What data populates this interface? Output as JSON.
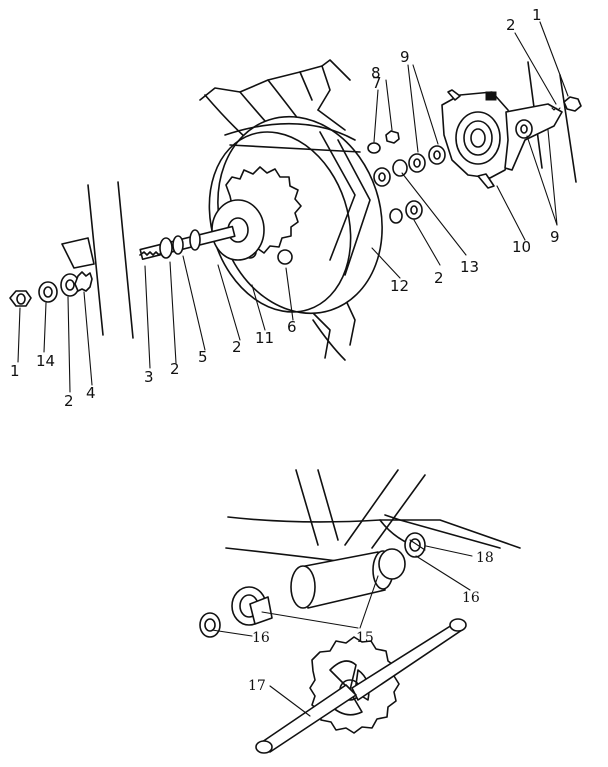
{
  "top_assembly": {
    "callouts": {
      "c1a": "1",
      "c2a": "2",
      "c7": "7",
      "c8": "8",
      "c9a": "9",
      "c9b": "9",
      "c10": "10",
      "c13": "13",
      "c2b": "2",
      "c12": "12",
      "c6": "6",
      "c11": "11",
      "c2c": "2",
      "c5": "5",
      "c2d": "2",
      "c3": "3",
      "c4": "4",
      "c2e": "2",
      "c14": "14",
      "c1b": "1"
    }
  },
  "bottom_assembly": {
    "callouts": {
      "c18": "18",
      "c16a": "16",
      "c16b": "16",
      "c15": "15",
      "c17": "17"
    }
  }
}
